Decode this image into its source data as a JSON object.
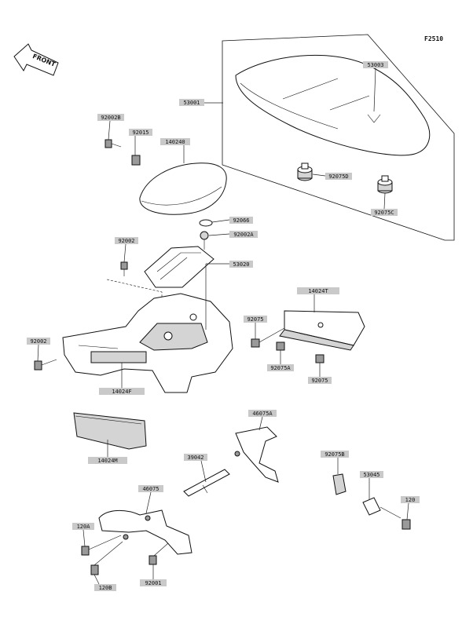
{
  "figure_code": "F2510",
  "front_label": "FRONT",
  "parts": [
    {
      "id": "p53003",
      "label": "53003"
    },
    {
      "id": "p53001",
      "label": "53001"
    },
    {
      "id": "p92002B",
      "label": "92002B"
    },
    {
      "id": "p92015",
      "label": "92015"
    },
    {
      "id": "p140240",
      "label": "140240"
    },
    {
      "id": "p92075D",
      "label": "92075D"
    },
    {
      "id": "p92075C",
      "label": "92075C"
    },
    {
      "id": "p92066",
      "label": "92066"
    },
    {
      "id": "p92002A",
      "label": "92002A"
    },
    {
      "id": "p92002a",
      "label": "92002"
    },
    {
      "id": "p53020",
      "label": "53020"
    },
    {
      "id": "p14024T",
      "label": "14024T"
    },
    {
      "id": "p92075a",
      "label": "92075"
    },
    {
      "id": "p92002b",
      "label": "92002"
    },
    {
      "id": "p92075A",
      "label": "92075A"
    },
    {
      "id": "p92075b",
      "label": "92075"
    },
    {
      "id": "p14024F",
      "label": "14024F"
    },
    {
      "id": "p46075A",
      "label": "46075A"
    },
    {
      "id": "p14024M",
      "label": "14024M"
    },
    {
      "id": "p39042",
      "label": "39042"
    },
    {
      "id": "p92075B",
      "label": "92075B"
    },
    {
      "id": "p46075",
      "label": "46075"
    },
    {
      "id": "p53045",
      "label": "53045"
    },
    {
      "id": "p120A",
      "label": "120A"
    },
    {
      "id": "p120",
      "label": "120"
    },
    {
      "id": "p120B",
      "label": "120B"
    },
    {
      "id": "p92001",
      "label": "92001"
    }
  ]
}
